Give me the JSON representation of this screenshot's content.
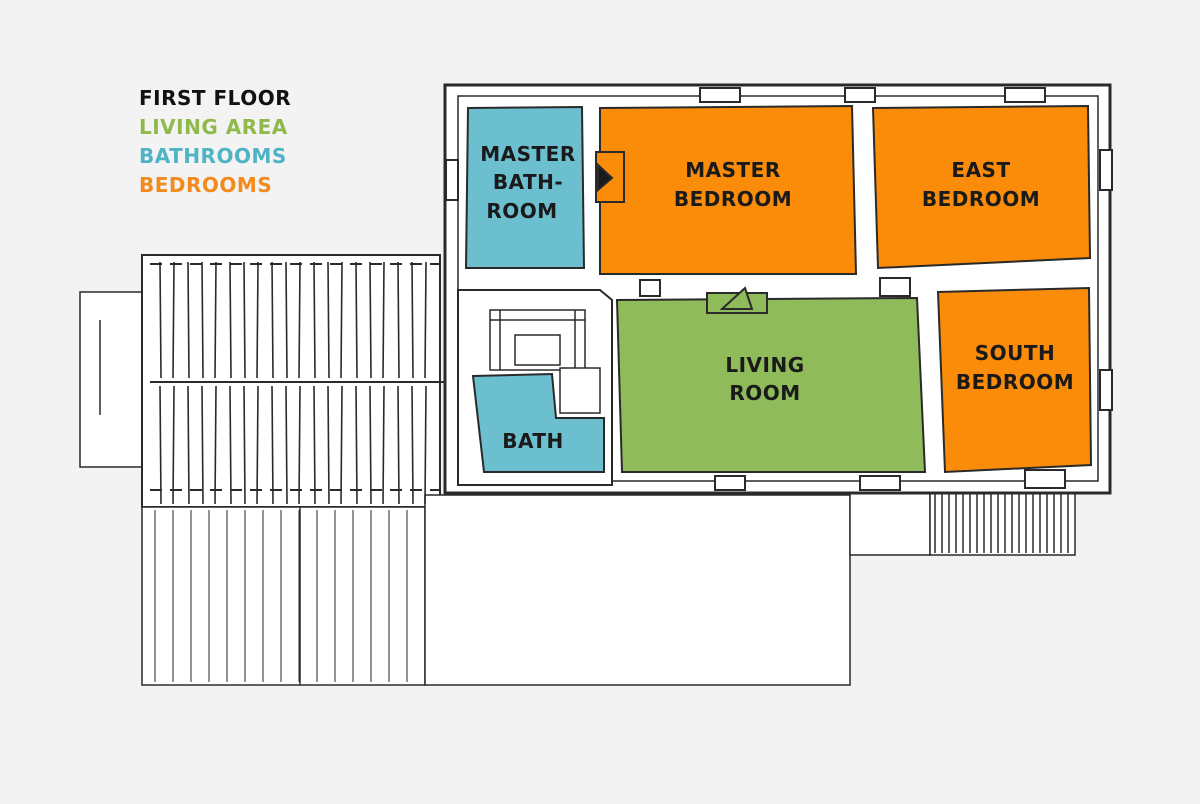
{
  "legend": {
    "title": "FIRST FLOOR",
    "items": [
      {
        "label": "LIVING AREA",
        "color": "#8fb94a"
      },
      {
        "label": "BATHROOMS",
        "color": "#4fb3c6"
      },
      {
        "label": "BEDROOMS",
        "color": "#f28a1c"
      }
    ],
    "title_color": "#111111"
  },
  "colors": {
    "living": "#8fbb5a",
    "bathroom": "#6cbfcf",
    "bedroom": "#fb8c0a",
    "wall": "#2a2a2a",
    "paper": "#ffffff"
  },
  "rooms": {
    "master_bathroom": [
      "MASTER",
      "BATH-",
      "ROOM"
    ],
    "master_bedroom": [
      "MASTER",
      "BEDROOM"
    ],
    "east_bedroom": [
      "EAST",
      "BEDROOM"
    ],
    "living_room": [
      "LIVING",
      "ROOM"
    ],
    "south_bedroom": [
      "SOUTH",
      "BEDROOM"
    ],
    "bath": [
      "BATH"
    ]
  }
}
